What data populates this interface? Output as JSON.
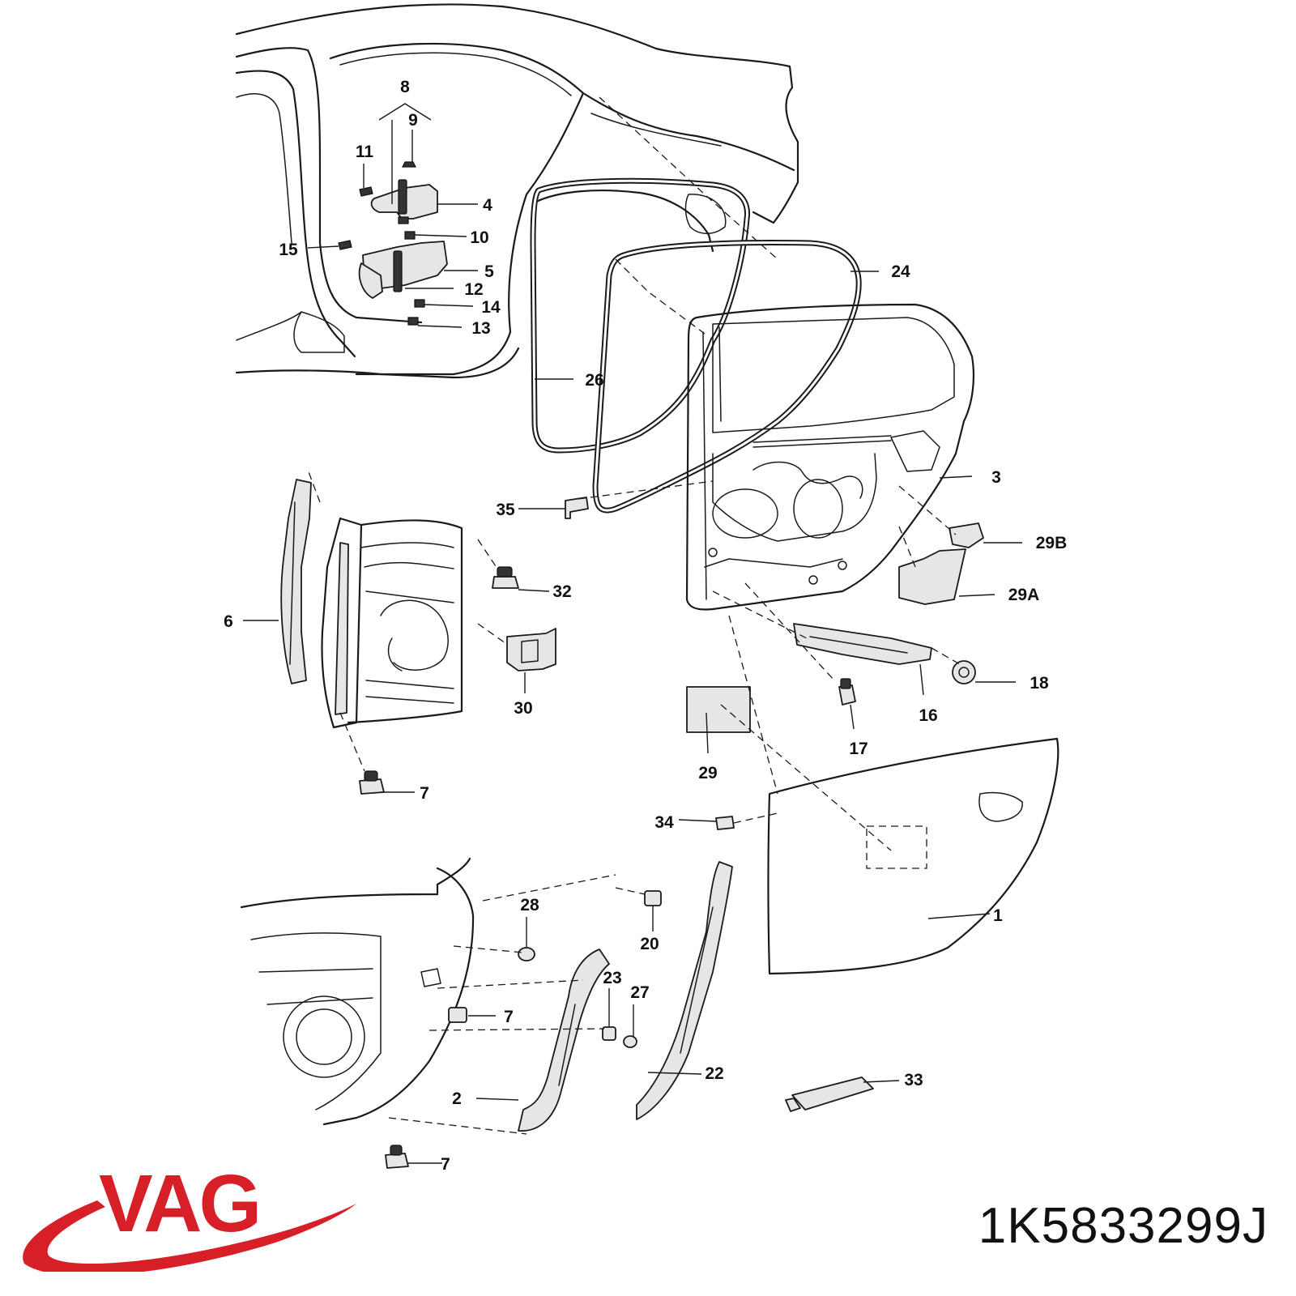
{
  "brand": {
    "logo_text": "VAG",
    "color": "#d61f26"
  },
  "part_number": "1K5833299J",
  "callouts": {
    "c1": "1",
    "c2": "2",
    "c3": "3",
    "c4": "4",
    "c5": "5",
    "c6": "6",
    "c7": "7",
    "c8": "8",
    "c9": "9",
    "c10": "10",
    "c11": "11",
    "c12": "12",
    "c13": "13",
    "c14": "14",
    "c15": "15",
    "c16": "16",
    "c17": "17",
    "c18": "18",
    "c20": "20",
    "c22": "22",
    "c23": "23",
    "c24": "24",
    "c26": "26",
    "c27": "27",
    "c28": "28",
    "c29": "29",
    "c29A": "29A",
    "c29B": "29B",
    "c30": "30",
    "c32": "32",
    "c33": "33",
    "c34": "34",
    "c35": "35"
  }
}
